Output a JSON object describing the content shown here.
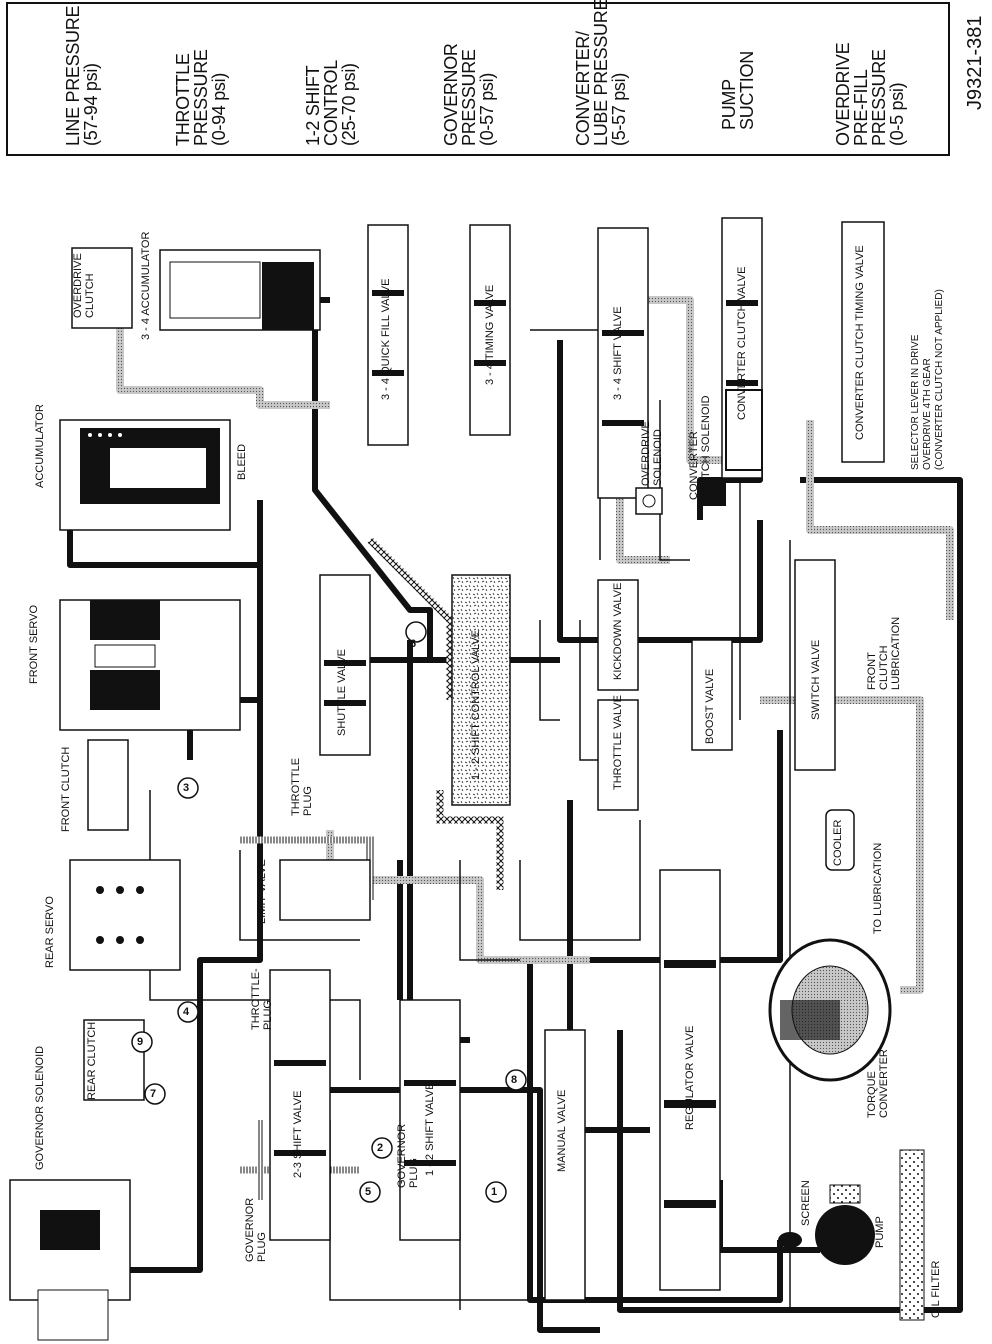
{
  "figure_id": "J9321-381",
  "legend": [
    {
      "id": "line",
      "label": "LINE PRESSURE\n(57-94 psi)",
      "pattern": "solid-black"
    },
    {
      "id": "throttle",
      "label": "THROTTLE\nPRESSURE\n(0-94 psi)",
      "pattern": "speckle"
    },
    {
      "id": "shift12",
      "label": "1-2 SHIFT\nCONTROL\n(25-70 psi)",
      "pattern": "crosshatch"
    },
    {
      "id": "governor",
      "label": "GOVERNOR\nPRESSURE\n(0-57 psi)",
      "pattern": "vertical-lines"
    },
    {
      "id": "converter",
      "label": "CONVERTER/\nLUBE PRESSURE\n(5-57 psi)",
      "pattern": "gray-dots"
    },
    {
      "id": "suction",
      "label": "PUMP\nSUCTION",
      "pattern": "sparse-dots"
    },
    {
      "id": "overdrive",
      "label": "OVERDRIVE\nPRE-FILL\nPRESSURE\n(0-5 psi)",
      "pattern": "fine-stipple"
    }
  ],
  "components": {
    "overdrive_clutch": "OVERDRIVE\nCLUTCH",
    "accumulator_34": "3 - 4 ACCUMULATOR",
    "quick_fill": "3 - 4 QUICK FILL VALVE",
    "timing_valve": "3 - 4 TIMING VALVE",
    "shift_valve_34": "3 - 4 SHIFT VALVE",
    "converter_clutch_valve": "CONVERTER CLUTCH VALVE",
    "converter_clutch_timing": "CONVERTER CLUTCH TIMING VALVE",
    "converter_clutch_solenoid": "CONVERTER\nCLUTCH SOLENOID",
    "overdrive_solenoid": "OVERDRIVE\nSOLENOID",
    "selector_note": "SELECTOR LEVER IN DRIVE\nOVERDRIVE 4TH GEAR\n(CONVERTER CLUTCH NOT APPLIED)",
    "accumulator": "ACCUMULATOR",
    "bleed": "BLEED",
    "front_servo": "FRONT SERVO",
    "shuttle_valve": "SHUTTLE VALVE",
    "shift_control_12": "1 - 2 SHIFT CONTROL VALVE",
    "kickdown_valve": "KICKDOWN VALVE",
    "throttle_valve": "THROTTLE VALVE",
    "boost_valve": "BOOST VALVE",
    "switch_valve": "SWITCH VALVE",
    "front_clutch_lub": "FRONT\nCLUTCH\nLUBRICATION",
    "throttle_plug": "THROTTLE\nPLUG",
    "front_clutch": "FRONT CLUTCH",
    "limit_valve": "LIMIT VALVE",
    "cooler": "COOLER",
    "to_lubrication": "TO LUBRICATION",
    "rear_servo": "REAR SERVO",
    "throttle_plug_2": "THROTTLE-\nPLUG",
    "torque_converter": "TORQUE\nCONVERTER",
    "governor_solenoid": "GOVERNOR SOLENOID",
    "rear_clutch": "REAR CLUTCH",
    "shift_valve_23": "2-3 SHIFT VALVE",
    "shift_valve_12": "1 - 2 SHIFT VALVE",
    "manual_valve": "MANUAL VALVE",
    "regulator_valve": "REGULATOR VALVE",
    "governor_plug_1": "GOVERNOR\nPLUG",
    "governor_plug_2": "GOVERNOR\nPLUG",
    "screen": "SCREEN",
    "pump": "PUMP",
    "oil_filter": "OIL FILTER"
  },
  "callouts": [
    "1",
    "2",
    "3",
    "4",
    "5",
    "6",
    "7",
    "8",
    "9"
  ],
  "colors": {
    "ink": "#111111",
    "paper": "#ffffff",
    "converter_gray": "#b9b9b9"
  }
}
